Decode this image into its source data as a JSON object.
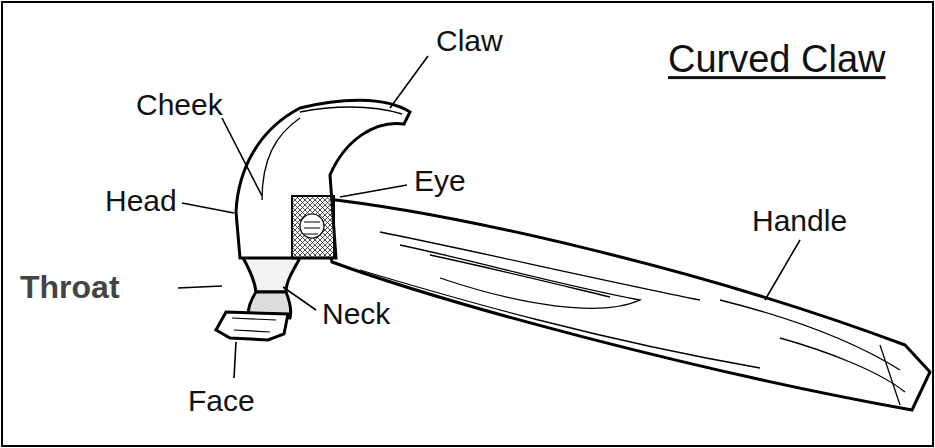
{
  "diagram": {
    "title": "Curved Claw",
    "labels": [
      "Claw",
      "Cheek",
      "Eye",
      "Head",
      "Handle",
      "Throat",
      "Neck",
      "Face"
    ]
  }
}
